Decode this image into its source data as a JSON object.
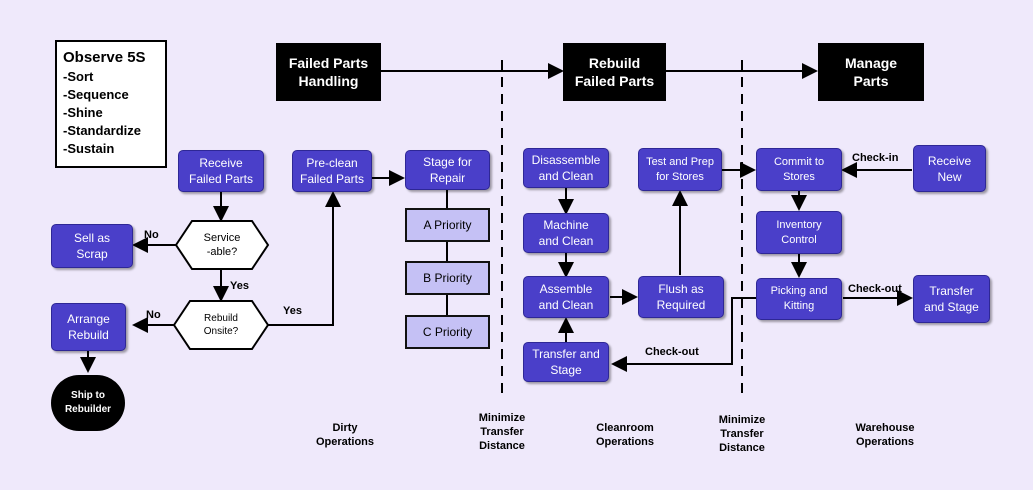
{
  "legend": {
    "title": "Observe 5S",
    "items": [
      "-Sort",
      "-Sequence",
      "-Shine",
      "-Standardize",
      "-Sustain"
    ]
  },
  "headers": {
    "failed_parts_handling": "Failed Parts\nHandling",
    "rebuild_failed_parts": "Rebuild\nFailed Parts",
    "manage_parts": "Manage\nParts"
  },
  "nodes": {
    "receive_failed_parts": "Receive\nFailed Parts",
    "serviceable": "Service\n-able?",
    "sell_as_scrap": "Sell as\nScrap",
    "rebuild_onsite": "Rebuild\nOnsite?",
    "arrange_rebuild": "Arrange\nRebuild",
    "ship_to_rebuilder": "Ship to\nRebuilder",
    "preclean": "Pre-clean\nFailed Parts",
    "stage_for_repair": "Stage for\nRepair",
    "a_priority": "A Priority",
    "b_priority": "B Priority",
    "c_priority": "C Priority",
    "disassemble_clean": "Disassemble\nand Clean",
    "machine_clean": "Machine\nand Clean",
    "assemble_clean": "Assemble\nand Clean",
    "transfer_stage_cleanroom": "Transfer and\nStage",
    "test_prep": "Test and Prep\nfor Stores",
    "flush": "Flush as\nRequired",
    "commit_stores": "Commit to\nStores",
    "inventory_control": "Inventory\nControl",
    "picking_kitting": "Picking and\nKitting",
    "receive_new": "Receive\nNew",
    "transfer_stage_warehouse": "Transfer\nand Stage"
  },
  "edge_labels": {
    "no_1": "No",
    "yes_1": "Yes",
    "no_2": "No",
    "yes_2": "Yes",
    "checkout_1": "Check-out",
    "checkin": "Check-in",
    "checkout_2": "Check-out"
  },
  "zones": {
    "dirty": "Dirty\nOperations",
    "minimize_1": "Minimize\nTransfer\nDistance",
    "cleanroom": "Cleanroom\nOperations",
    "minimize_2": "Minimize\nTransfer\nDistance",
    "warehouse": "Warehouse\nOperations"
  },
  "colors": {
    "background": "#efe9fb",
    "process_box": "#4a3fc9",
    "priority_box": "#c5c1f5",
    "header_box": "#000000",
    "arrow": "#000000"
  }
}
